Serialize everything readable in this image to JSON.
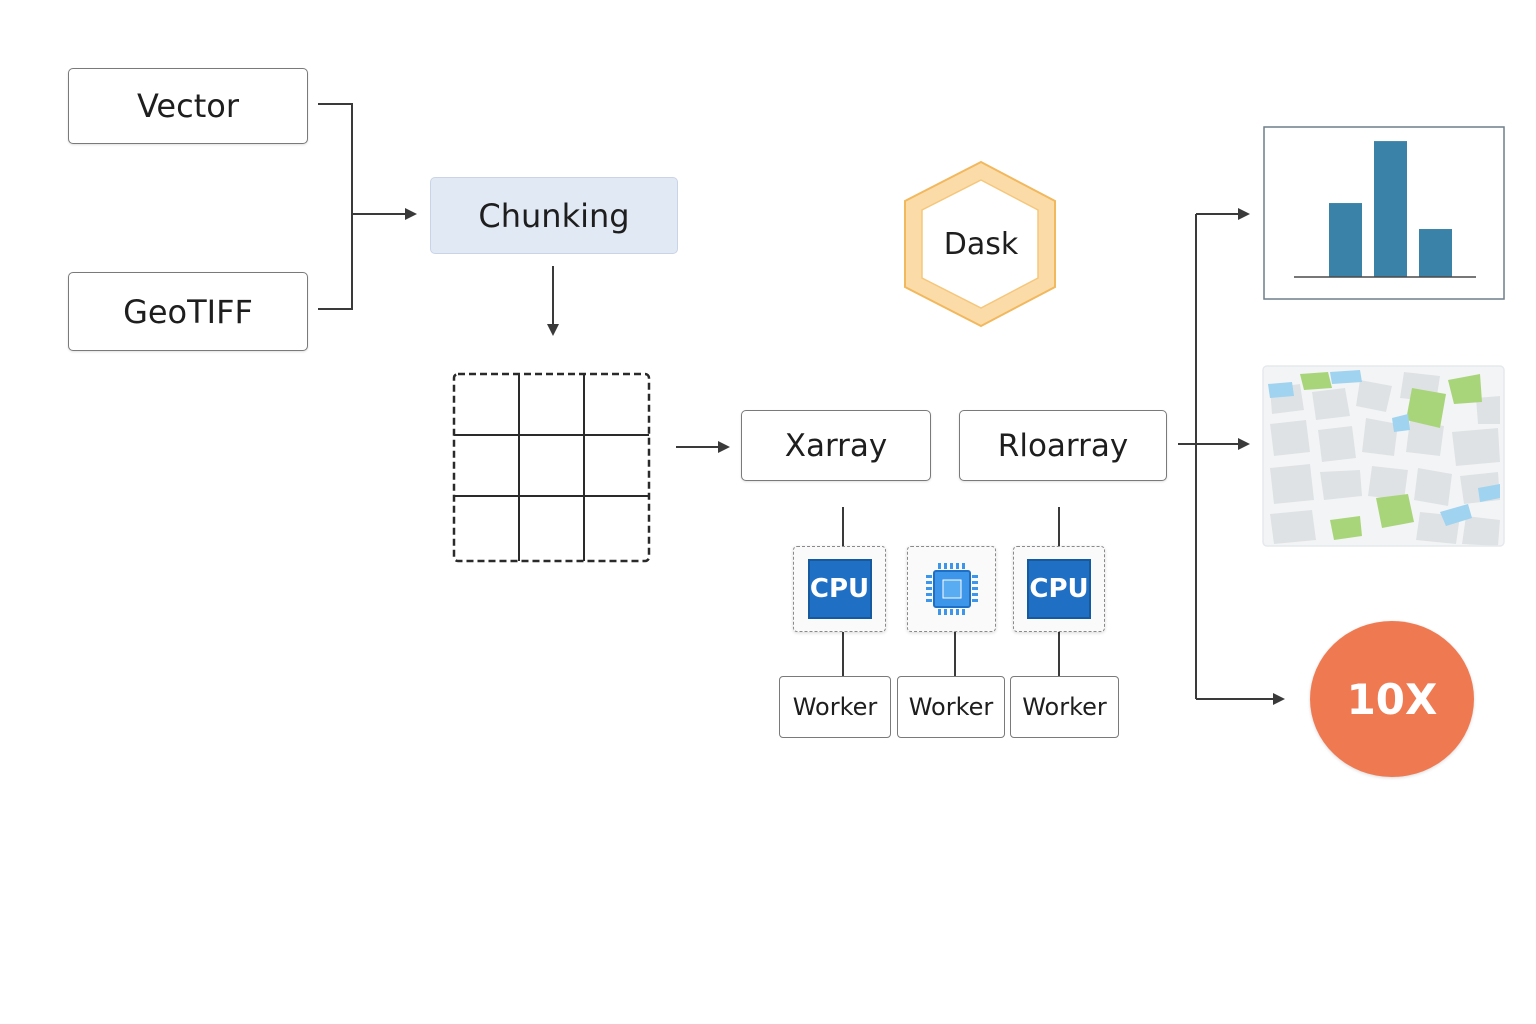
{
  "inputs": {
    "vector_label": "Vector",
    "geotiff_label": "GeoTIFF"
  },
  "process": {
    "chunking_label": "Chunking",
    "dask_label": "Dask",
    "xarray_label": "Xarray",
    "rioarray_label": "Rloarray"
  },
  "compute": {
    "cpu_label_1": "CPU",
    "cpu_label_3": "CPU",
    "workers": [
      "Worker",
      "Worker",
      "Worker"
    ]
  },
  "outputs": {
    "speedup_label": "10X",
    "bar_chart": {
      "type": "bar",
      "values": [
        3.7,
        6.8,
        2.4
      ]
    }
  },
  "colors": {
    "chunking_fill": "#e1e9f5",
    "dask_hex": "#f7c274",
    "cpu_blue": "#1f6fc4",
    "chip_blue": "#3d96ea",
    "bar_blue": "#3a82a8",
    "speedup_orange": "#ef7a52",
    "map_green": "#a9d57a",
    "map_water": "#9fd3ef"
  },
  "icons": {
    "chip": "processor-chip-icon",
    "map": "city-map-icon",
    "chart": "bar-chart-icon"
  }
}
